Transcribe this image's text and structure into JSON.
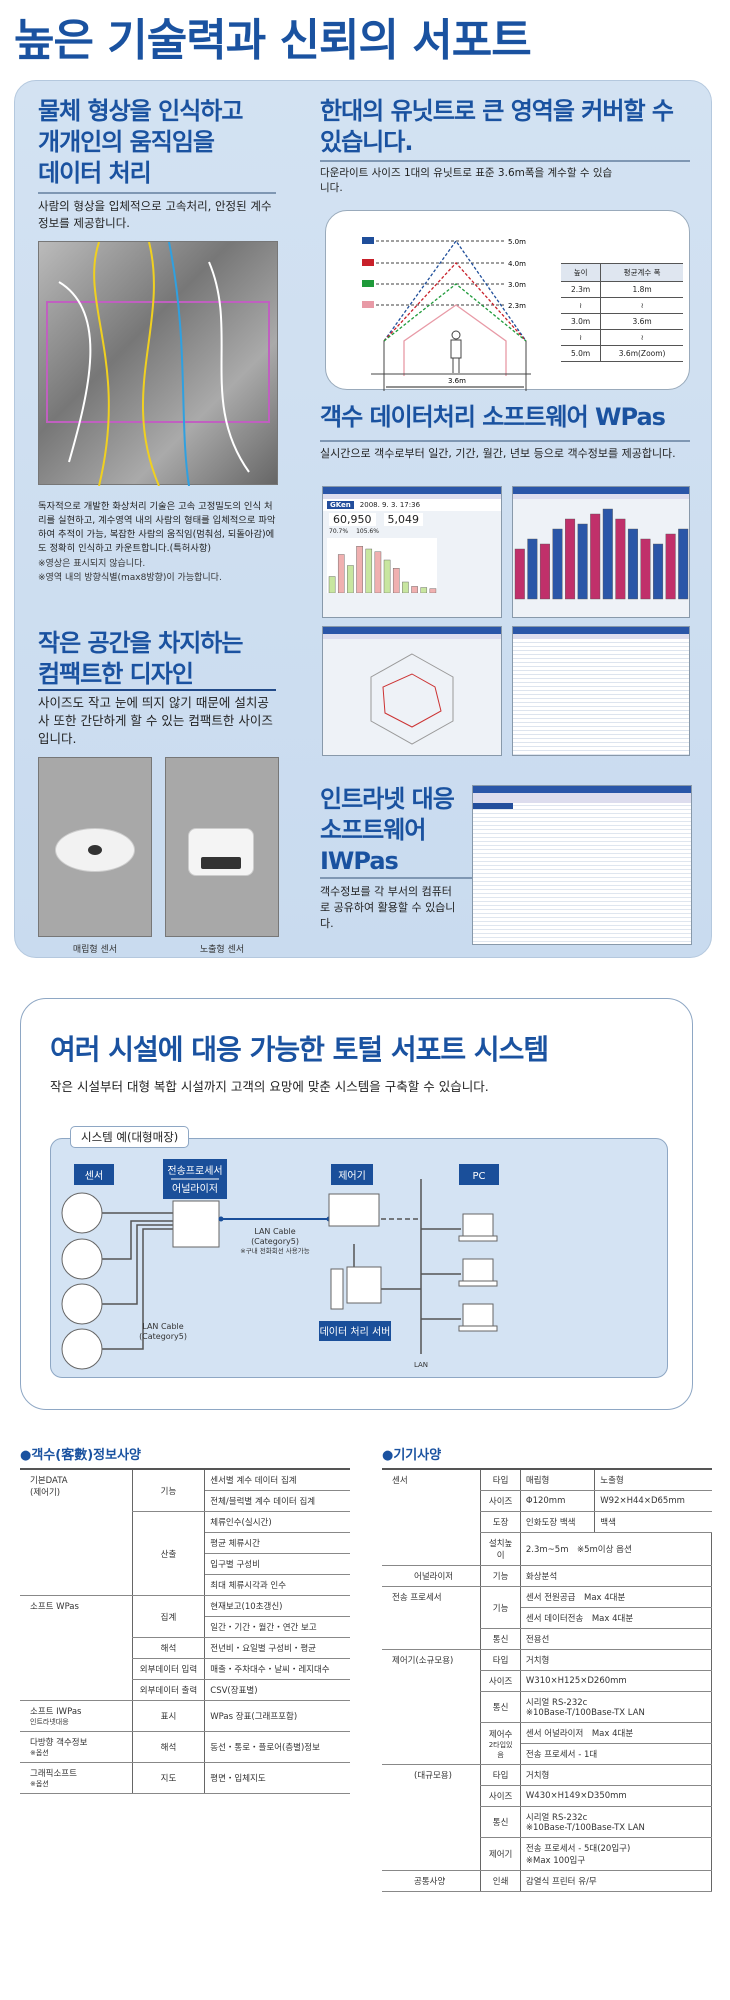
{
  "title": "높은 기술력과 신뢰의 서포트",
  "left": {
    "heading1": [
      "물체 형상을 인식하고",
      "개개인의 움직임을",
      "데이터 처리"
    ],
    "desc1": "사람의 형상을 입체적으로 고속처리, 안정된 계수 정보를 제공합니다.",
    "body1": "독자적으로 개발한 화상처리 기술은 고속 고정밀도의 인식 처리를 실현하고, 계수영역 내의 사람의 형태를 입체적으로 파악하여 추적이 가능, 복잡한 사람의 움직임(멈춰섬, 되돌아감)에도 정확히 인식하고 카운트합니다.(특허사항)",
    "notes": [
      "※영상은 표시되지 않습니다.",
      "※영역 내의 방향식별(max8방향)이 가능합니다."
    ],
    "heading2": [
      "작은 공간을 차지하는",
      "컴팩트한 디자인"
    ],
    "desc2": "사이즈도 작고 눈에 띄지 않기 때문에 설치공사 또한 간단하게 할 수 있는 컴팩트한 사이즈입니다.",
    "captions": [
      "매립형 센서",
      "노출형 센서"
    ]
  },
  "right": {
    "heading1": [
      "한대의 유닛트로 큰 영역을 커버할 수",
      "있습니다."
    ],
    "desc1": "다운라이트 사이즈 1대의 유닛트로 표준 3.6m폭을 계수할 수 있습니다.",
    "diagram": {
      "heights": [
        "5.0m",
        "4.0m",
        "3.0m",
        "2.3m"
      ],
      "colors": [
        "#1f4e9a",
        "#c8202a",
        "#1f9a3a",
        "#e89aa6"
      ],
      "width_label": "3.6m",
      "table_headers": [
        "높이",
        "평균계수 폭"
      ],
      "table_rows": [
        [
          "2.3m",
          "1.8m"
        ],
        [
          "≀",
          "≀"
        ],
        [
          "3.0m",
          "3.6m"
        ],
        [
          "≀",
          "≀"
        ],
        [
          "5.0m",
          "3.6m(Zoom)"
        ]
      ]
    },
    "heading2": "객수 데이터처리 소프트웨어 WPas",
    "desc2": "실시간으로 객수로부터 일간, 기간, 월간, 년보 등으로 객수정보를 제공합니다.",
    "screen1": {
      "logo": "GKen",
      "date": "2008. 9. 3. 17:36",
      "count1": "60,950",
      "count2": "5,049",
      "pct1": "70.7%",
      "pct2": "105.6%"
    },
    "heading3": [
      "인트라넷 대응",
      "소프트웨어",
      "IWPas"
    ],
    "desc3": "객수정보를 각 부서의 컴퓨터로 공유하여 활용할 수 있습니다."
  },
  "system": {
    "title": "여러 시설에 대응 가능한 토털 서포트 시스템",
    "subtitle": "작은 시설부터 대형 복합 시설까지 고객의 요망에 맞춘 시스템을 구축할 수 있습니다.",
    "example_label": "시스템 예(대형매장)",
    "labels": {
      "sensor": "센서",
      "processor": "전송프로세서",
      "analyzer": "어널라이저",
      "controller": "제어기",
      "pc": "PC",
      "server": "데이터 처리 서버",
      "lan": "LAN"
    },
    "cable1": [
      "LAN Cable",
      "(Category5)",
      "※구내 전화회선 사용가능"
    ],
    "cable2": [
      "LAN Cable",
      "(Category5)"
    ]
  },
  "spec_info": {
    "heading": "●객수(客數)정보사양",
    "rows": [
      [
        {
          "t": "기본DATA\n(제어기)",
          "rs": 6
        },
        {
          "t": "기능",
          "rs": 2
        },
        {
          "t": "센서별 계수 데이터 집계"
        }
      ],
      [
        {
          "t": "전체/블럭별 계수 데이터 집계"
        }
      ],
      [
        {
          "t": "산출",
          "rs": 4
        },
        {
          "t": "체류인수(실시간)"
        }
      ],
      [
        {
          "t": "평균 체류시간"
        }
      ],
      [
        {
          "t": "입구별 구성비"
        }
      ],
      [
        {
          "t": "최대 체류시각과 인수"
        }
      ],
      [
        {
          "t": "소프트 WPas",
          "rs": 5
        },
        {
          "t": "집계",
          "rs": 2
        },
        {
          "t": "현재보고(10초갱신)"
        }
      ],
      [
        {
          "t": "일간・기간・월간・연간 보고"
        }
      ],
      [
        {
          "t": "해석"
        },
        {
          "t": "전년비・요일별 구성비・평균"
        }
      ],
      [
        {
          "t": "외부데이터 입력"
        },
        {
          "t": "매출・주차대수・날씨・레지대수"
        }
      ],
      [
        {
          "t": "외부데이터 출력"
        },
        {
          "t": "CSV(장표별)"
        }
      ],
      [
        {
          "t": "소프트 IWPas",
          "sub": "인트라넷대응"
        },
        {
          "t": "표시"
        },
        {
          "t": "WPas 장표(그래프포함)"
        }
      ],
      [
        {
          "t": "다방향 객수정보",
          "sub": "※옵션"
        },
        {
          "t": "해석"
        },
        {
          "t": "동선・통로・플로어(층별)정보"
        }
      ],
      [
        {
          "t": "그래픽소프트",
          "sub": "※옵션"
        },
        {
          "t": "지도"
        },
        {
          "t": "평면・입체지도"
        }
      ]
    ]
  },
  "spec_device": {
    "heading": "●기기사양",
    "rows": [
      [
        {
          "t": "센서",
          "rs": 4
        },
        {
          "t": "타입"
        },
        {
          "t": "매립형"
        },
        {
          "t": "노출형"
        }
      ],
      [
        {
          "t": "사이즈"
        },
        {
          "t": "Φ120mm"
        },
        {
          "t": "W92×H44×D65mm"
        }
      ],
      [
        {
          "t": "도장"
        },
        {
          "t": "인화도장 백색"
        },
        {
          "t": "백색"
        }
      ],
      [
        {
          "t": "설치높이"
        },
        {
          "t": "2.3m~5m　※5m이상 옵션",
          "cs": 2
        }
      ],
      [
        {
          "t": "어널라이저",
          "ind": 1
        },
        {
          "t": "기능"
        },
        {
          "t": "화상분석",
          "cs": 2
        }
      ],
      [
        {
          "t": "전송 프로세서",
          "rs": 3
        },
        {
          "t": "기능",
          "rs": 2
        },
        {
          "t": "센서 전원공급　Max 4대분",
          "cs": 2
        }
      ],
      [
        {
          "t": "센서 데이터전송　Max 4대분",
          "cs": 2
        }
      ],
      [
        {
          "t": "통신"
        },
        {
          "t": "전용선",
          "cs": 2
        }
      ],
      [
        {
          "t": "제어기(소규모용)",
          "rs": 5
        },
        {
          "t": "타입"
        },
        {
          "t": "거치형",
          "cs": 2
        }
      ],
      [
        {
          "t": "사이즈"
        },
        {
          "t": "W310×H125×D260mm",
          "cs": 2
        }
      ],
      [
        {
          "t": "통신"
        },
        {
          "t": "시리얼 RS-232c\n※10Base-T/100Base-TX LAN",
          "cs": 2
        }
      ],
      [
        {
          "t": "제어수",
          "sub": "2타입있음",
          "rs": 2
        },
        {
          "t": "센서 어널라이저　Max 4대분",
          "cs": 2
        }
      ],
      [
        {
          "t": "전송 프로세서 - 1대",
          "cs": 2
        }
      ],
      [
        {
          "t": "(대규모용)",
          "rs": 4,
          "ind": 1
        },
        {
          "t": "타입"
        },
        {
          "t": "거치형",
          "cs": 2
        }
      ],
      [
        {
          "t": "사이즈"
        },
        {
          "t": "W430×H149×D350mm",
          "cs": 2
        }
      ],
      [
        {
          "t": "통신"
        },
        {
          "t": "시리얼 RS-232c\n※10Base-T/100Base-TX LAN",
          "cs": 2
        }
      ],
      [
        {
          "t": "제어기"
        },
        {
          "t": "전송 프로세서 - 5대(20입구)\n※Max 100입구",
          "cs": 2
        }
      ],
      [
        {
          "t": "공통사양",
          "ind": 1
        },
        {
          "t": "인쇄"
        },
        {
          "t": "감열식 프린터 유/무",
          "cs": 2
        }
      ]
    ]
  }
}
